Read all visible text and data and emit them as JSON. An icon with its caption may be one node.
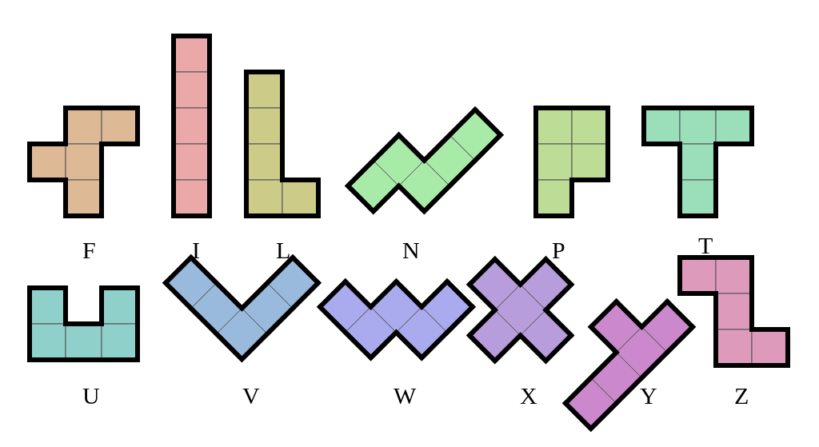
{
  "diagram": {
    "nodes": [
      {
        "text": [
          "F"
        ]
      },
      {
        "text": [
          "I"
        ]
      },
      {
        "text": [
          "L"
        ]
      },
      {
        "text": [
          "N"
        ]
      },
      {
        "text": [
          "P"
        ]
      },
      {
        "text": [
          "T"
        ]
      },
      {
        "text": [
          "U"
        ]
      },
      {
        "text": [
          "V"
        ]
      },
      {
        "text": [
          "W"
        ]
      },
      {
        "text": [
          "X"
        ]
      },
      {
        "text": [
          "Y"
        ]
      },
      {
        "text": [
          "Z"
        ]
      }
    ]
  }
}
